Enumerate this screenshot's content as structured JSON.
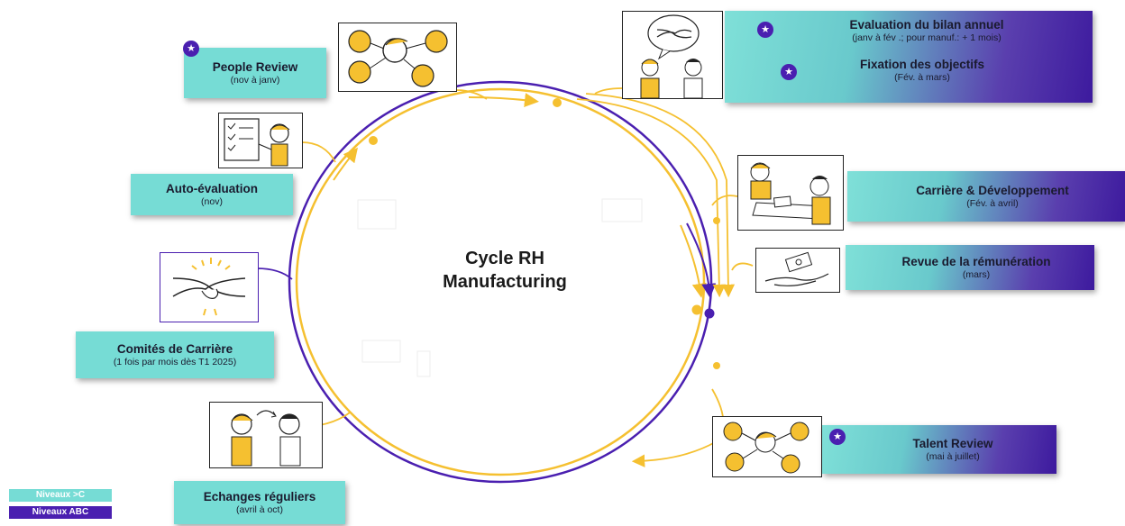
{
  "center": {
    "line1": "Cycle RH",
    "line2": "Manufacturing"
  },
  "people_review": {
    "title": "People Review",
    "subtitle": "(nov à janv)"
  },
  "auto_evaluation": {
    "title": "Auto-évaluation",
    "subtitle": "(nov)"
  },
  "comites": {
    "title": "Comités de Carrière",
    "subtitle": "(1 fois par mois dès T1 2025)"
  },
  "echanges": {
    "title": "Echanges réguliers",
    "subtitle": "(avril à oct)"
  },
  "evaluation": {
    "title1": "Evaluation du bilan annuel",
    "subtitle1": "(janv à fév .; pour manuf.: + 1 mois)",
    "title2": "Fixation des objectifs",
    "subtitle2": "(Fév. à mars)"
  },
  "carriere": {
    "title": "Carrière & Développement",
    "subtitle": "(Fév. à avril)"
  },
  "remuneration": {
    "title": "Revue de la rémunération",
    "subtitle": "(mars)"
  },
  "talent_review": {
    "title": "Talent Review",
    "subtitle": "(mai à juillet)"
  },
  "legend": {
    "teal_label": "Niveaux >C",
    "purple_label": "Niveaux ABC"
  },
  "star_glyph": "★",
  "colors": {
    "teal": "#76dcd5",
    "purple": "#4a1fb0",
    "yellow": "#f5c030"
  }
}
